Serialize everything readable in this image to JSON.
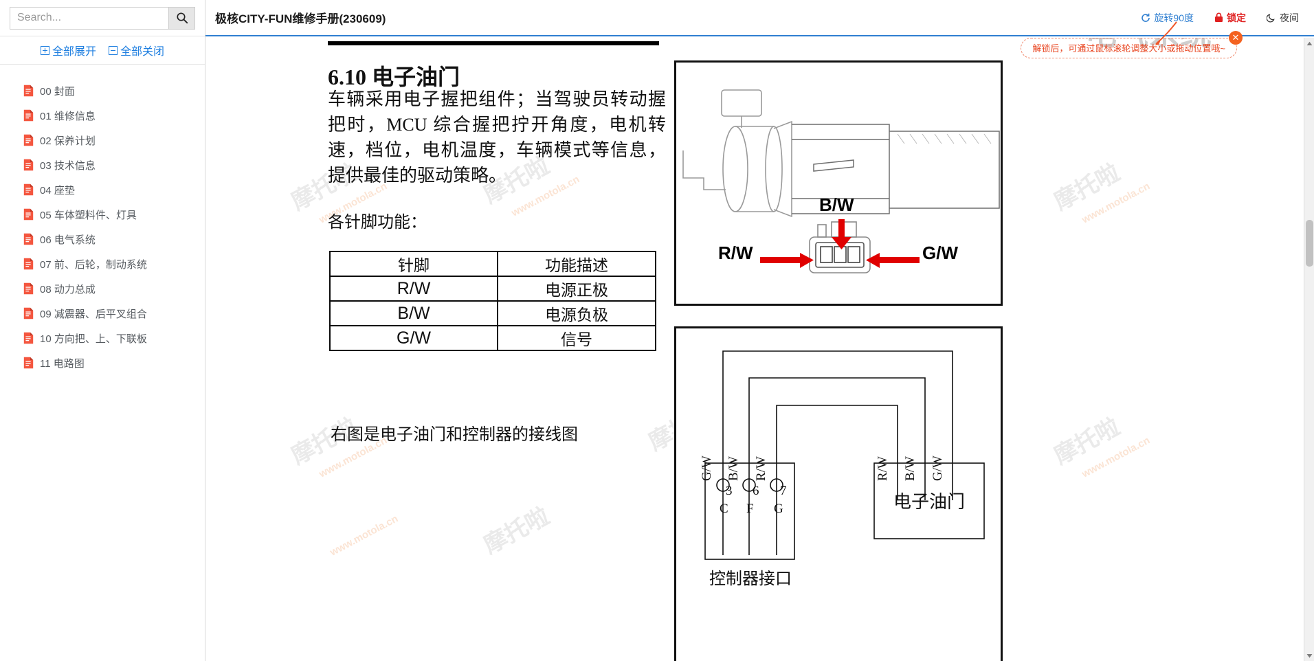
{
  "sidebar": {
    "search": {
      "placeholder": "Search...",
      "value": "",
      "icon": "search-icon"
    },
    "expand_all": "全部展开",
    "collapse_all": "全部关闭",
    "chapters": [
      {
        "label": "00 封面"
      },
      {
        "label": "01 维修信息"
      },
      {
        "label": "02 保养计划"
      },
      {
        "label": "03 技术信息"
      },
      {
        "label": "04 座垫"
      },
      {
        "label": "05 车体塑料件、灯具"
      },
      {
        "label": "06 电气系统"
      },
      {
        "label": "07 前、后轮，制动系统"
      },
      {
        "label": "08 动力总成"
      },
      {
        "label": "09 减震器、后平叉组合"
      },
      {
        "label": "10 方向把、上、下联板"
      },
      {
        "label": "11 电路图"
      }
    ]
  },
  "header": {
    "title": "极核CITY-FUN维修手册(230609)",
    "rotate_label": "旋转90度",
    "lock_label": "锁定",
    "night_label": "夜间",
    "rotate_color": "#2f7fd1",
    "lock_color": "#e02020",
    "night_color": "#333333"
  },
  "tooltip": {
    "text": "解锁后，可通过鼠标滚轮调整大小或拖动位置哦~",
    "close_label": "✕",
    "border_color": "#f08a6e",
    "text_color": "#e8441f"
  },
  "document": {
    "section_number": "6.10",
    "section_title": "电子油门",
    "body": "车辆采用电子握把组件；当驾驶员转动握把时，MCU 综合握把拧开角度，电机转速，档位，电机温度，车辆模式等信息，提供最佳的驱动策略。",
    "pin_intro": "各针脚功能：",
    "wiring_caption": "右图是电子油门和控制器的接线图",
    "table": {
      "headers": [
        "针脚",
        "功能描述"
      ],
      "rows": [
        [
          "R/W",
          "电源正极"
        ],
        [
          "B/W",
          "电源负极"
        ],
        [
          "G/W",
          "信号"
        ]
      ]
    },
    "connector_labels": {
      "top": "B/W",
      "left": "R/W",
      "right": "G/W"
    },
    "wiring_diagram": {
      "wire_labels": [
        "G/W",
        "B/W",
        "R/W",
        "R/W",
        "B/W",
        "G/W"
      ],
      "pin_numbers": [
        "3",
        "6",
        "7"
      ],
      "pin_letters": [
        "C",
        "F",
        "G"
      ],
      "throttle_box": "电子油门",
      "controller_caption": "控制器接口"
    },
    "partial_heading_top": "电气系统"
  },
  "watermarks": {
    "url": "www.motola.cn",
    "brand": "摩托啦"
  },
  "scrollbar": {
    "up": "▲",
    "down": "▼"
  }
}
